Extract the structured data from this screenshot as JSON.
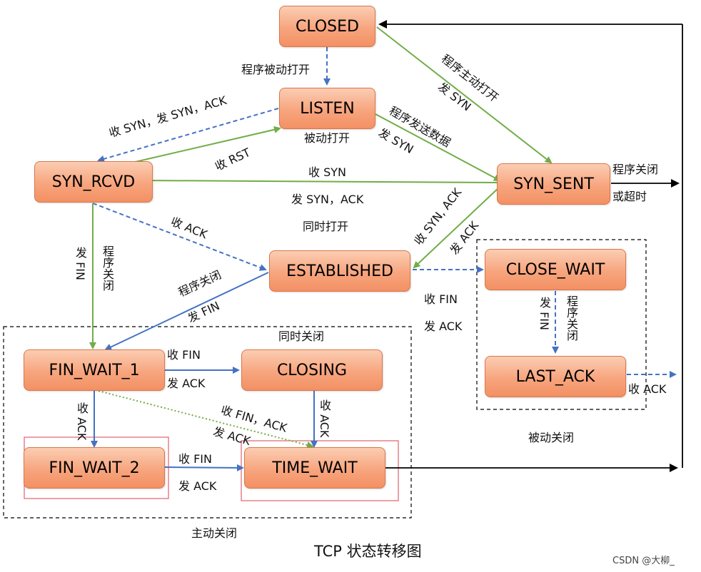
{
  "states": {
    "closed": "CLOSED",
    "listen": "LISTEN",
    "syn_rcvd": "SYN_RCVD",
    "syn_sent": "SYN_SENT",
    "established": "ESTABLISHED",
    "close_wait": "CLOSE_WAIT",
    "last_ack": "LAST_ACK",
    "fin_wait_1": "FIN_WAIT_1",
    "closing": "CLOSING",
    "fin_wait_2": "FIN_WAIT_2",
    "time_wait": "TIME_WAIT"
  },
  "labels": {
    "passive_open": "程序被动打开",
    "active_open": "程序主动打开",
    "send_syn_1": "发 SYN",
    "recv_syn_send_synack": "收 SYN，发 SYN，ACK",
    "passive_open2": "被动打开",
    "prog_send_data": "程序发送数据",
    "send_syn_2": "发 SYN",
    "recv_rst": "收 RST",
    "recv_syn": "收 SYN",
    "send_syn_ack": "发 SYN，ACK",
    "simul_open": "同时打开",
    "close_or_timeout_1": "程序关闭",
    "close_or_timeout_2": "或超时",
    "recv_ack": "收 ACK",
    "recv_synack": "收 SYN, ACK",
    "send_ack_1": "发 ACK",
    "send_fin_v": "发 FIN",
    "prog_close_v": "程序关闭",
    "prog_close": "程序关闭",
    "send_fin": "发 FIN",
    "recv_fin_1": "收 FIN",
    "send_ack_2": "发 ACK",
    "send_fin_v2": "发 FIN",
    "prog_close_v2": "程序关闭",
    "simul_close": "同时关闭",
    "recv_fin_2": "收 FIN",
    "send_ack_3": "发 ACK",
    "recv_ack_2": "收 ACK",
    "recv_ack_v": "收 ACK",
    "recv_fin_ack": "收 FIN，ACK",
    "send_ack_4": "发 ACK",
    "recv_ack_v2": "收 ACK",
    "passive_close": "被动关闭",
    "recv_fin_3": "收 FIN",
    "send_ack_5": "发 ACK",
    "active_close": "主动关闭"
  },
  "caption": "TCP 状态转移图",
  "watermark": "CSDN @大柳_",
  "colors": {
    "green": "#70ad47",
    "blue": "#4472c4",
    "black": "#000000",
    "red": "#e06070",
    "state_fill": "#f7a57e"
  }
}
